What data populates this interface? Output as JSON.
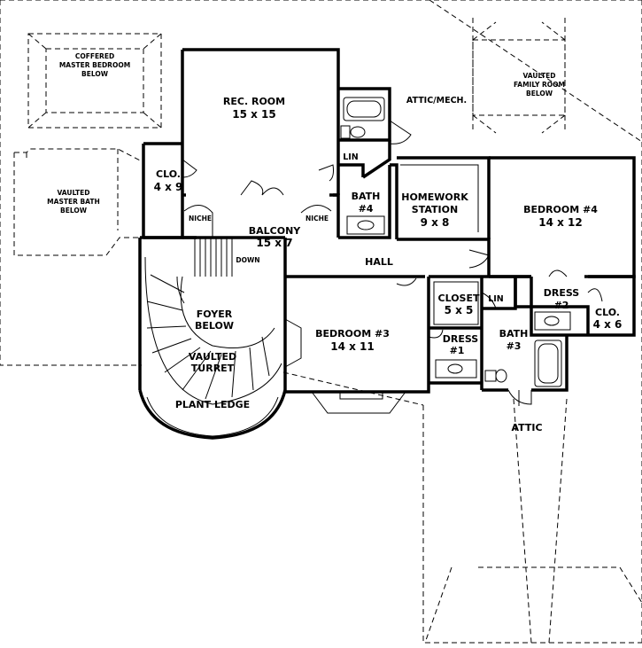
{
  "labels": {
    "coffered": [
      "COFFERED",
      "MASTER BEDROOM",
      "BELOW"
    ],
    "vaulted_bath": [
      "VAULTED",
      "MASTER BATH",
      "BELOW"
    ],
    "vaulted_family": [
      "VAULTED",
      "FAMILY ROOM",
      "BELOW"
    ],
    "rec_room": [
      "REC. ROOM",
      "15 x 15"
    ],
    "attic_mech": "ATTIC/MECH.",
    "lin_top": "LIN",
    "clo_left": [
      "CLO.",
      "4 x 9"
    ],
    "niche_left": "NICHE",
    "niche_right": "NICHE",
    "balcony": [
      "BALCONY",
      "15 x 7"
    ],
    "bath4": [
      "BATH",
      "#4"
    ],
    "homework": [
      "HOMEWORK",
      "STATION",
      "9 x 8"
    ],
    "bedroom4": [
      "BEDROOM #4",
      "14 x 12"
    ],
    "down": "DOWN",
    "hall": "HALL",
    "closet": [
      "CLOSET",
      "5 x 5"
    ],
    "lin_mid": "LIN",
    "dress2": [
      "DRESS",
      "#2"
    ],
    "clo_right": [
      "CLO.",
      "4 x 6"
    ],
    "foyer": [
      "FOYER",
      "BELOW"
    ],
    "bedroom3": [
      "BEDROOM #3",
      "14 x 11"
    ],
    "dress1": [
      "DRESS",
      "#1"
    ],
    "bath3": [
      "BATH",
      "#3"
    ],
    "vaulted_turret": [
      "VAULTED",
      "TURRET"
    ],
    "plant_ledge": "PLANT LEDGE",
    "attic": "ATTIC"
  }
}
